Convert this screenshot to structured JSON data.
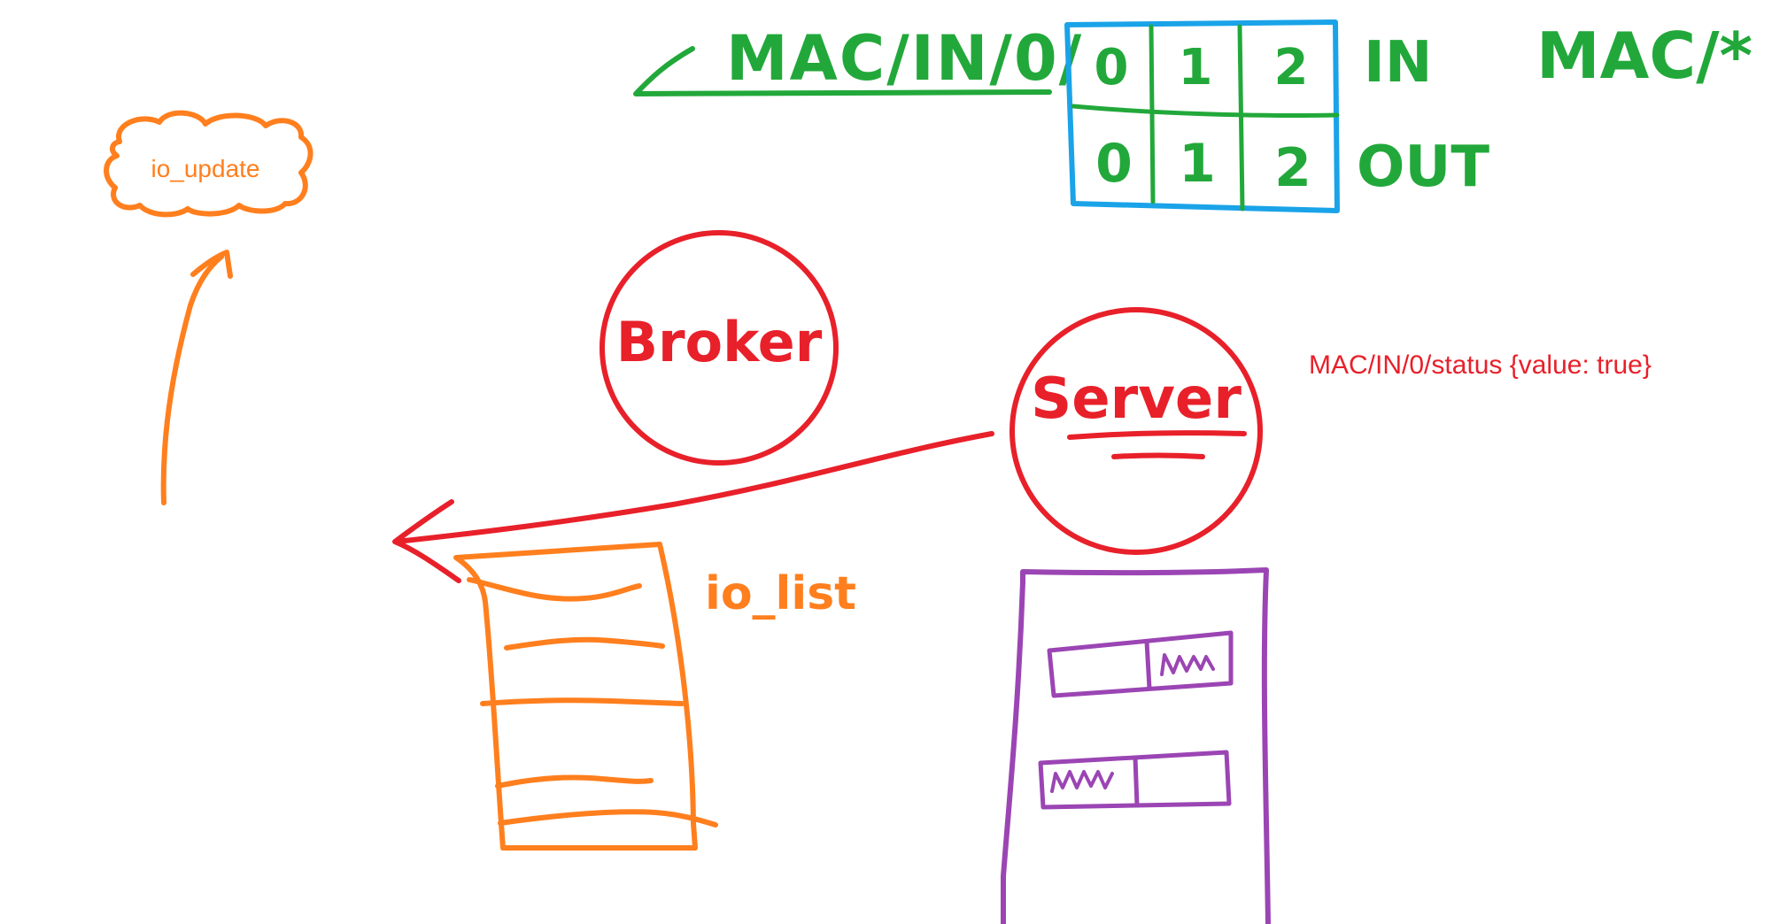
{
  "colors": {
    "green": "#22a83a",
    "blue": "#1aa3e8",
    "red": "#e8202a",
    "orange": "#ff7f1e",
    "purple": "#9b45b4"
  },
  "topic_prefix": "MAC/IN/0/",
  "wildcard_topic": "MAC/*",
  "topic_table": {
    "rows": [
      {
        "label": "IN",
        "cells": [
          "0",
          "1",
          "2"
        ]
      },
      {
        "label": "OUT",
        "cells": [
          "0",
          "1",
          "2"
        ]
      }
    ]
  },
  "broker_label": "Broker",
  "server_label": "Server",
  "message": "MAC/IN/0/status {value: true}",
  "io_update_label": "io_update",
  "io_list_label": "io_list",
  "device_icons": [
    "switch-icon-upper",
    "switch-icon-lower"
  ]
}
